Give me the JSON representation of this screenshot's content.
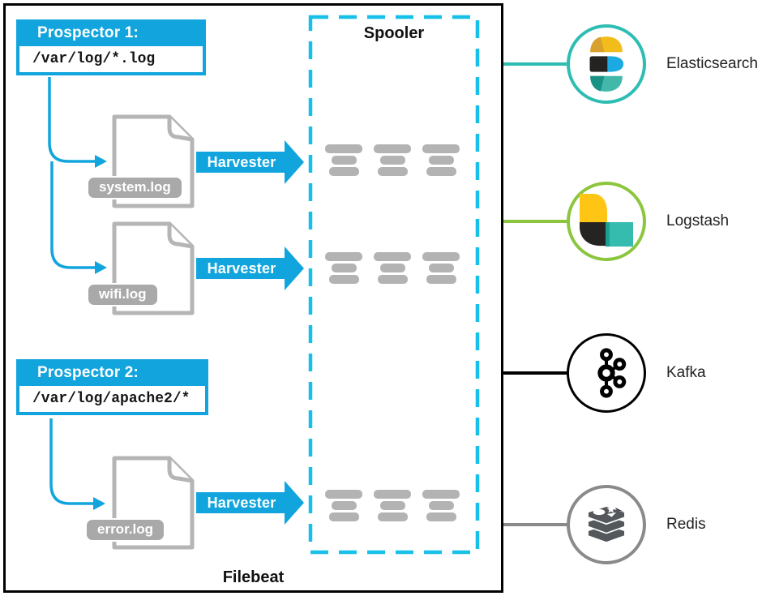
{
  "labels": {
    "filebeat": "Filebeat",
    "spooler": "Spooler",
    "harvester": "Harvester"
  },
  "prospectors": [
    {
      "title": "Prospector 1:",
      "path": "/var/log/*.log"
    },
    {
      "title": "Prospector 2:",
      "path": "/var/log/apache2/*"
    }
  ],
  "log_files": [
    "system.log",
    "wifi.log",
    "error.log"
  ],
  "outputs": [
    {
      "name": "Elasticsearch",
      "ring_color": "#2dbdb2"
    },
    {
      "name": "Logstash",
      "ring_color": "#8cc63e"
    },
    {
      "name": "Kafka",
      "ring_color": "#000000"
    },
    {
      "name": "Redis",
      "ring_color": "#8a8a8a"
    }
  ],
  "colors": {
    "accent_blue": "#12a5dd",
    "spooler_cyan": "#17c0e8",
    "doc_gray": "#b5b5b5",
    "bar_gray": "#b3b3b3",
    "pill_gray": "#a9a9a9"
  }
}
